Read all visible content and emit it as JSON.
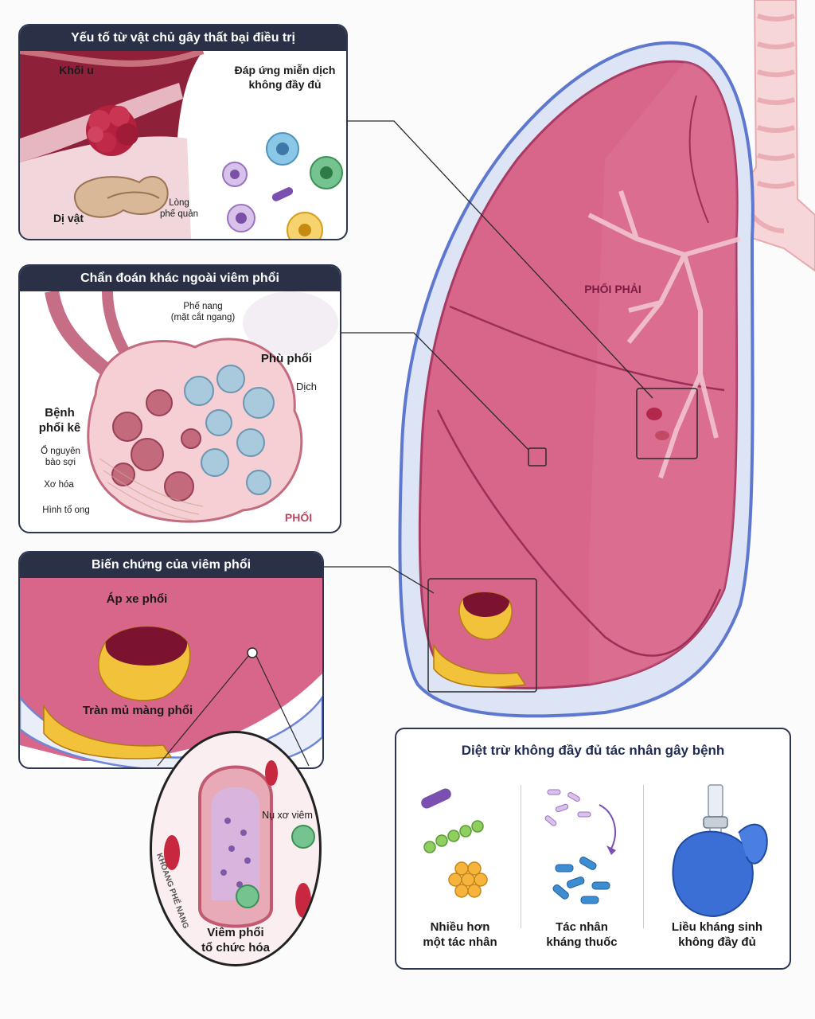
{
  "lung_title": "PHỔI PHẢI",
  "panel1": {
    "title": "Yếu tố từ vật chủ gây thất bại điều trị",
    "tumor": "Khối u",
    "immune": "Đáp ứng miễn dịch\nkhông đầy đủ",
    "lumen": "Lòng\nphế quản",
    "foreign_body": "Dị vật"
  },
  "panel2": {
    "title": "Chẩn đoán khác ngoài viêm phổi",
    "alveoli": "Phế nang\n(mặt cắt ngang)",
    "edema": "Phù phổi",
    "fluid": "Dịch",
    "ild": "Bệnh\nphổi kê",
    "fibro_focus": "Ổ nguyên\nbào sợi",
    "fibrosis": "Xơ hóa",
    "honeycomb": "Hình tổ ong",
    "lung": "PHỔI"
  },
  "panel3": {
    "title": "Biến chứng của viêm phổi",
    "abscess": "Áp xe phổi",
    "empyema": "Tràn mủ màng phổi"
  },
  "circle": {
    "space": "KHOANG PHẾ NANG",
    "bud": "Nụ xơ viêm",
    "op": "Viêm phổi\ntổ chức hóa"
  },
  "panel4": {
    "title": "Diệt trừ không đầy đủ tác nhân gây bệnh",
    "col1": "Nhiều hơn\nmột tác nhân",
    "col2": "Tác nhân\nkháng thuốc",
    "col3": "Liều kháng sinh\nkhông đầy đủ"
  },
  "colors": {
    "header": "#2a3147",
    "lung": "#d8668a",
    "pleura": "#6f86d6",
    "pus": "#f2c23a",
    "abscess": "#7a1230"
  }
}
